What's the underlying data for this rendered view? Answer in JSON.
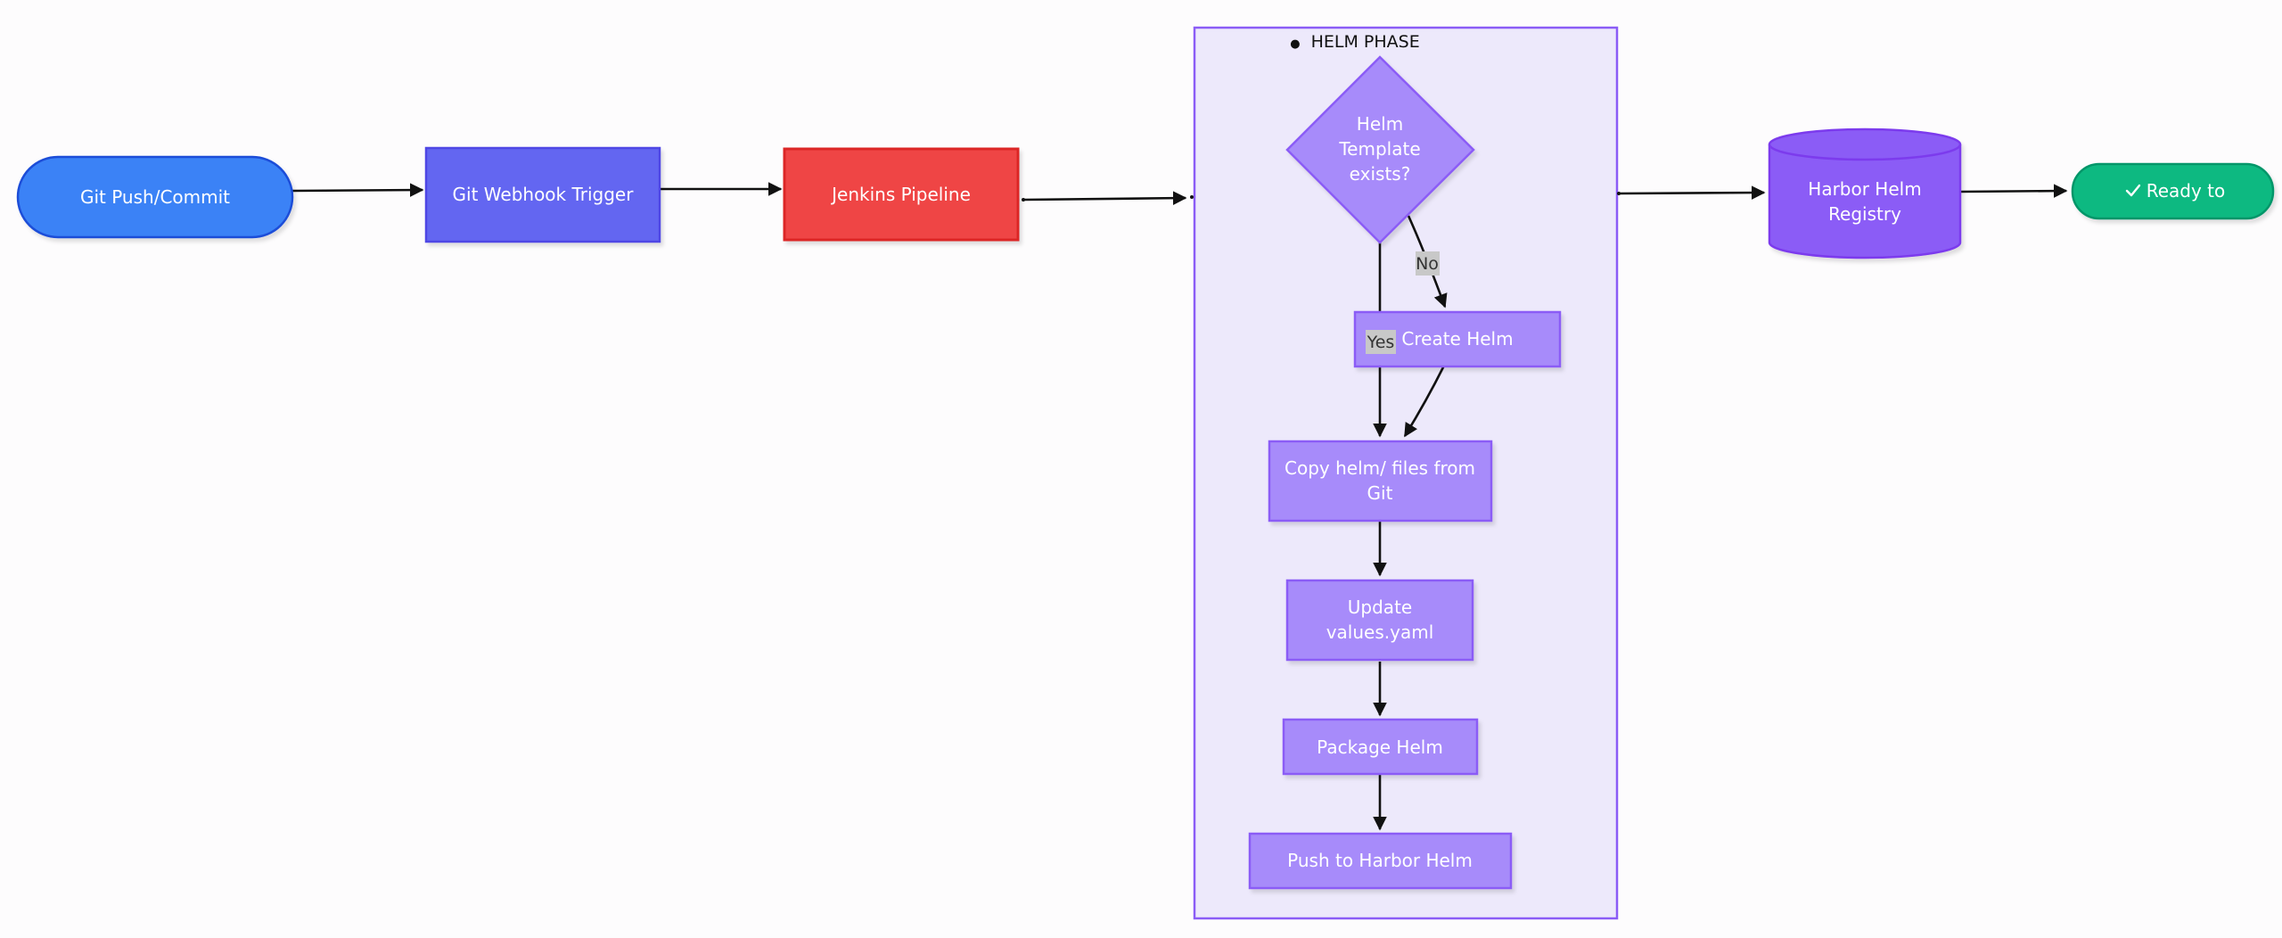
{
  "diagram": {
    "cluster": {
      "title": "HELM PHASE",
      "marker": "●"
    },
    "nodes": {
      "git_push": {
        "label": "Git Push/Commit",
        "color": "#3b82f6",
        "border": "#1d4ed8"
      },
      "webhook": {
        "label": "Git Webhook Trigger",
        "color": "#6366f1",
        "border": "#4f46e5"
      },
      "jenkins": {
        "label": "Jenkins Pipeline",
        "color": "#ef4444",
        "border": "#dc2626"
      },
      "decision": {
        "line1": "Helm",
        "line2": "Template",
        "line3": "exists?",
        "color": "#a78bfa",
        "border": "#8b5cf6"
      },
      "create_helm": {
        "label": "Create Helm",
        "color": "#a78bfa",
        "border": "#8b5cf6"
      },
      "copy_files": {
        "line1": "Copy helm/ files from",
        "line2": "Git",
        "color": "#a78bfa",
        "border": "#8b5cf6"
      },
      "update_values": {
        "line1": "Update",
        "line2": "values.yaml",
        "color": "#a78bfa",
        "border": "#8b5cf6"
      },
      "package_helm": {
        "label": "Package Helm",
        "color": "#a78bfa",
        "border": "#8b5cf6"
      },
      "push_harbor": {
        "label": "Push to Harbor Helm",
        "color": "#a78bfa",
        "border": "#8b5cf6"
      },
      "registry": {
        "line1": "Harbor Helm",
        "line2": "Registry",
        "color": "#8b5cf6",
        "border": "#7c3aed"
      },
      "ready": {
        "label": "Ready to",
        "icon": "check-icon",
        "color": "#10b981",
        "border": "#059669"
      }
    },
    "edge_labels": {
      "no": "No",
      "yes": "Yes"
    },
    "colors": {
      "cluster_fill": "#ede9fb",
      "cluster_border": "#8b5cf6",
      "edge": "#111111",
      "label_bg": "#c8c8c8"
    }
  }
}
